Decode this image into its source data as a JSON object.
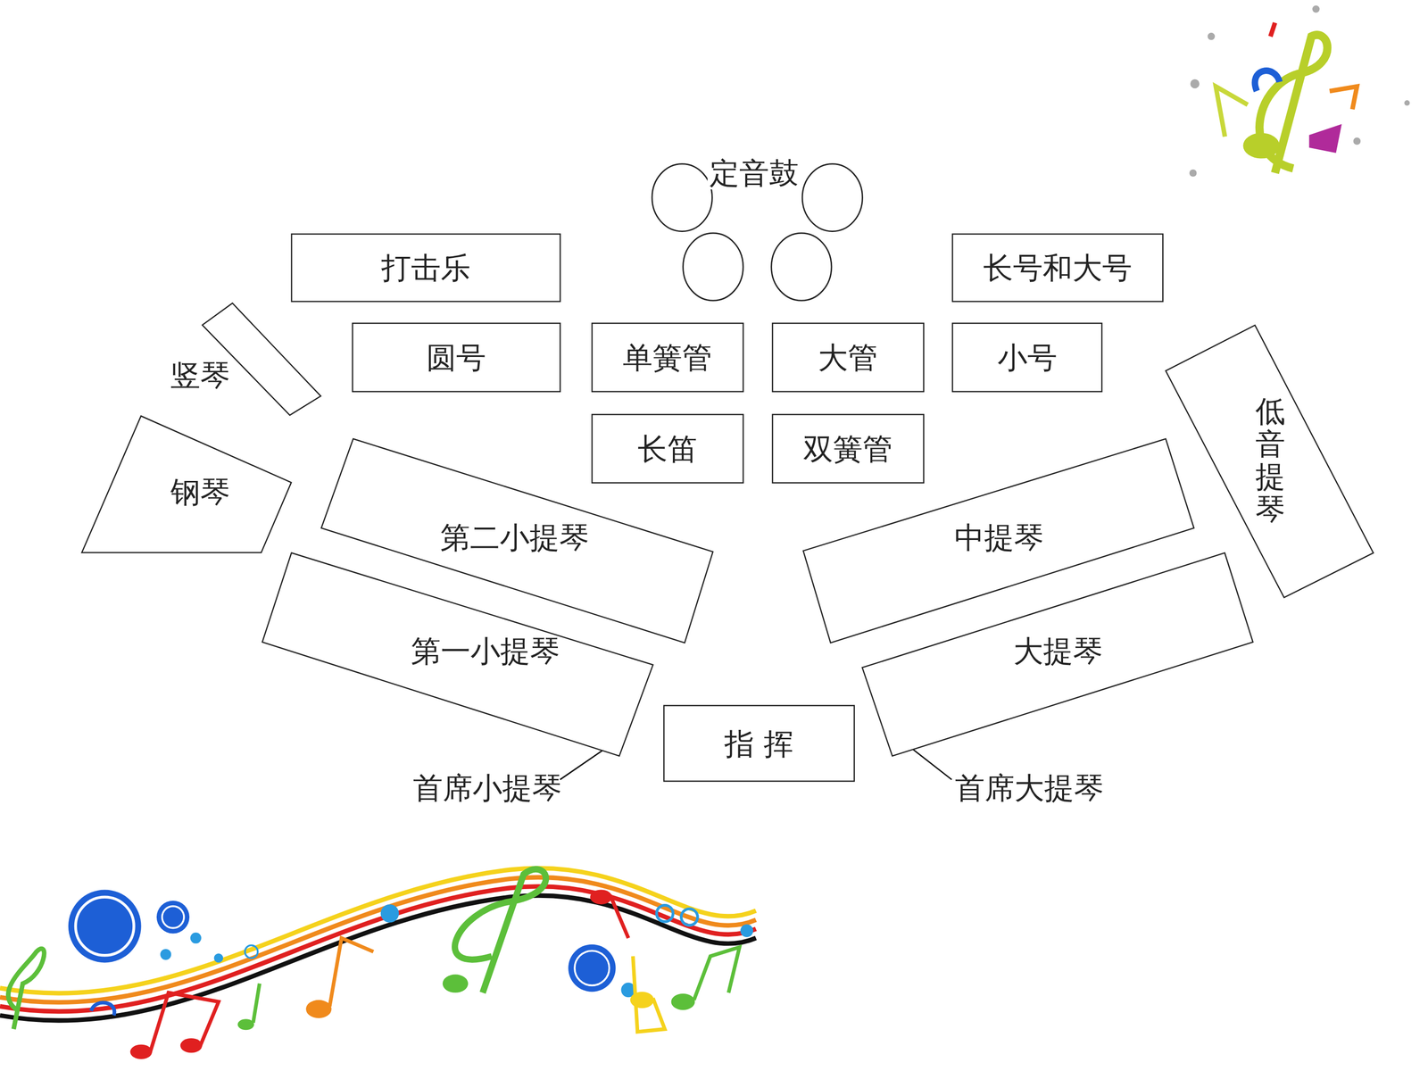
{
  "diagram": {
    "nodes": [
      {
        "text": [
          "打击乐"
        ]
      },
      {
        "text": [
          "长号和大号"
        ]
      },
      {
        "text": [
          "竖琴"
        ]
      },
      {
        "text": [
          "圆号"
        ]
      },
      {
        "text": [
          "单簧管"
        ]
      },
      {
        "text": [
          "大管"
        ]
      },
      {
        "text": [
          "小号"
        ]
      },
      {
        "text": [
          "低音提琴"
        ]
      },
      {
        "text": [
          "长笛"
        ]
      },
      {
        "text": [
          "双簧管"
        ]
      },
      {
        "text": [
          "钢琴"
        ]
      },
      {
        "text": [
          "第二小提琴"
        ]
      },
      {
        "text": [
          "中提琴"
        ]
      },
      {
        "text": [
          "第一小提琴"
        ]
      },
      {
        "text": [
          "大提琴"
        ]
      },
      {
        "text": [
          "指 挥"
        ]
      }
    ],
    "labels": [
      "定音鼓",
      "首席小提琴",
      "首席大提琴"
    ]
  }
}
